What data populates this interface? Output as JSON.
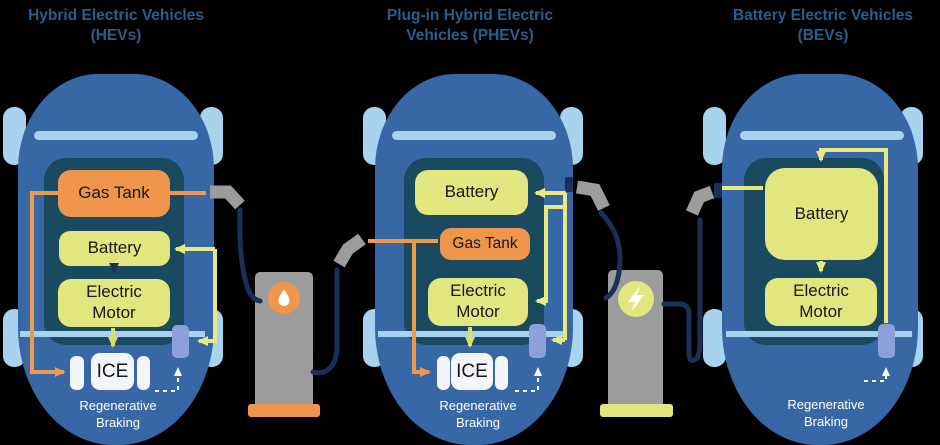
{
  "colors": {
    "background": "#000000",
    "car_body_blue": "#3768A5",
    "light_blue": "#A7D3EE",
    "interior_panel": "#194A60",
    "orange": "#F0964C",
    "yellow_green": "#E2E67E",
    "white_box": "#F2F5FA",
    "regen_component_periwinkle": "#8CA0D9",
    "cable_navy": "#1B3057",
    "station_gray": "#9C9C9C",
    "title_blue": "#2A5E8A",
    "wire_orange": "#ED9A4E",
    "wire_yellow": "#EBE97E",
    "wire_dark": "#1F2F55",
    "wire_green": "#D7E06A"
  },
  "diagrams": [
    {
      "title_line1": "Hybrid Electric Vehicles",
      "title_line2": "(HEVs)",
      "boxes": {
        "gas_tank": "Gas Tank",
        "battery": "Battery",
        "motor_line1": "Electric",
        "motor_line2": "Motor",
        "ice": "ICE"
      },
      "regen_line1": "Regenerative",
      "regen_line2": "Braking"
    },
    {
      "title_line1": "Plug-in Hybrid Electric",
      "title_line2": "Vehicles (PHEVs)",
      "boxes": {
        "gas_tank": "Gas Tank",
        "battery": "Battery",
        "motor_line1": "Electric",
        "motor_line2": "Motor",
        "ice": "ICE"
      },
      "regen_line1": "Regenerative",
      "regen_line2": "Braking"
    },
    {
      "title_line1": "Battery Electric Vehicles",
      "title_line2": "(BEVs)",
      "boxes": {
        "battery": "Battery",
        "motor_line1": "Electric",
        "motor_line2": "Motor"
      },
      "regen_line1": "Regenerative",
      "regen_line2": "Braking"
    }
  ],
  "stations": {
    "gas_pump": {
      "icon": "fuel-droplet-icon"
    },
    "ev_charger": {
      "icon": "lightning-bolt-icon"
    }
  }
}
